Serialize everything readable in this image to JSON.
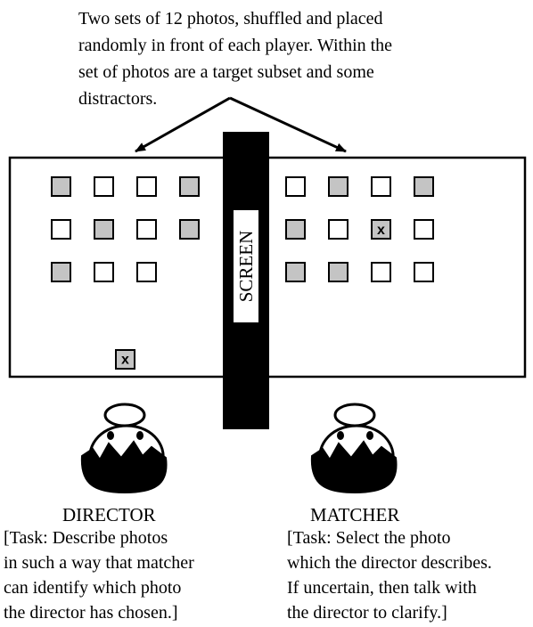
{
  "caption": {
    "lines": [
      "Two sets of 12 photos, shuffled and placed",
      "randomly in front of each player.  Within the",
      "set of photos are a target subset and some",
      "distractors."
    ]
  },
  "screen_label": "SCREEN",
  "director_chosen_mark": "x",
  "matcher_selected_mark": "x",
  "director": {
    "title": "DIRECTOR",
    "task_lines": [
      "[Task: Describe photos",
      "in such a way that matcher",
      "can identify which photo",
      "the director has chosen.]"
    ]
  },
  "matcher": {
    "title": "MATCHER",
    "task_lines": [
      "[Task: Select the photo",
      "which the director describes.",
      "If uncertain, then talk with",
      "the director to clarify.]"
    ]
  },
  "colors": {
    "ink": "#000000",
    "photo_gray": "#c4c4c4",
    "photo_white": "#ffffff",
    "paper": "#ffffff"
  },
  "director_grid": [
    [
      "gray",
      "white",
      "white",
      "gray"
    ],
    [
      "white",
      "gray",
      "white",
      "gray"
    ],
    [
      "gray",
      "white",
      "white",
      null
    ]
  ],
  "matcher_grid": [
    [
      "white",
      "gray",
      "white",
      "gray"
    ],
    [
      "gray",
      "white",
      "marked",
      "white"
    ],
    [
      "gray",
      "gray",
      "white",
      "white"
    ]
  ]
}
